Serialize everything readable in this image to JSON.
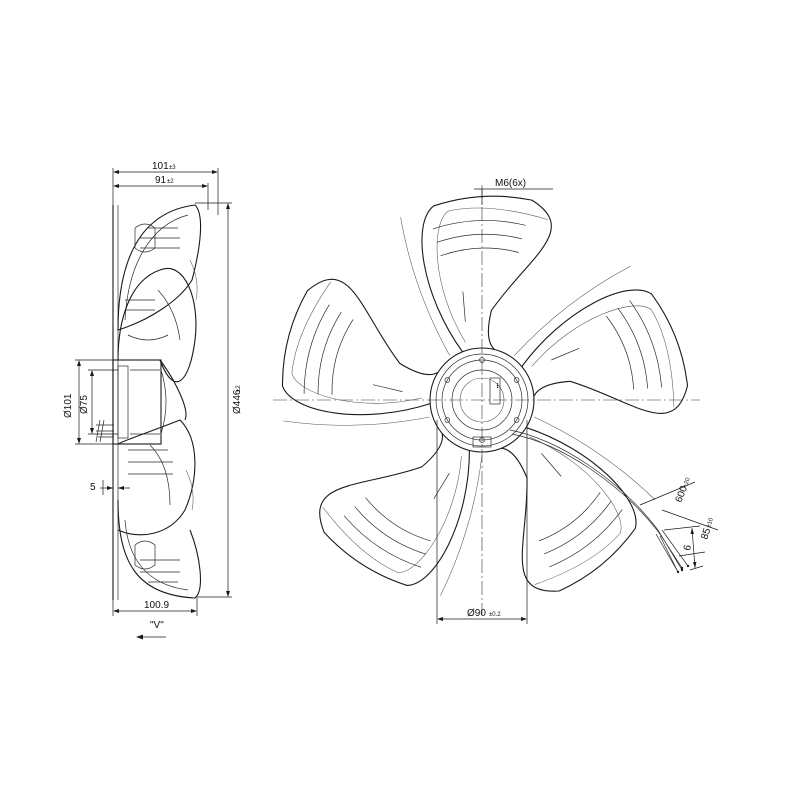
{
  "side_view": {
    "dim_overall_depth": "101",
    "dim_overall_depth_tol": "±3",
    "dim_blade_depth": "91",
    "dim_blade_depth_tol": "±2",
    "dim_outer_diameter": "Ø446",
    "dim_outer_diameter_tol": "±2",
    "dim_motor_diameter": "Ø101",
    "dim_hub_diameter": "Ø75",
    "dim_offset": "5",
    "dim_bottom_depth": "100.9",
    "view_label": "\"V\""
  },
  "front_view": {
    "screw_label": "M6(6x)",
    "dim_bolt_circle": "Ø90",
    "dim_bolt_circle_tol": "±0.2",
    "cable_length": "600",
    "cable_length_tol": "+20",
    "strip_length": "85",
    "strip_length_tol": "±10",
    "wire_strip": "6"
  }
}
